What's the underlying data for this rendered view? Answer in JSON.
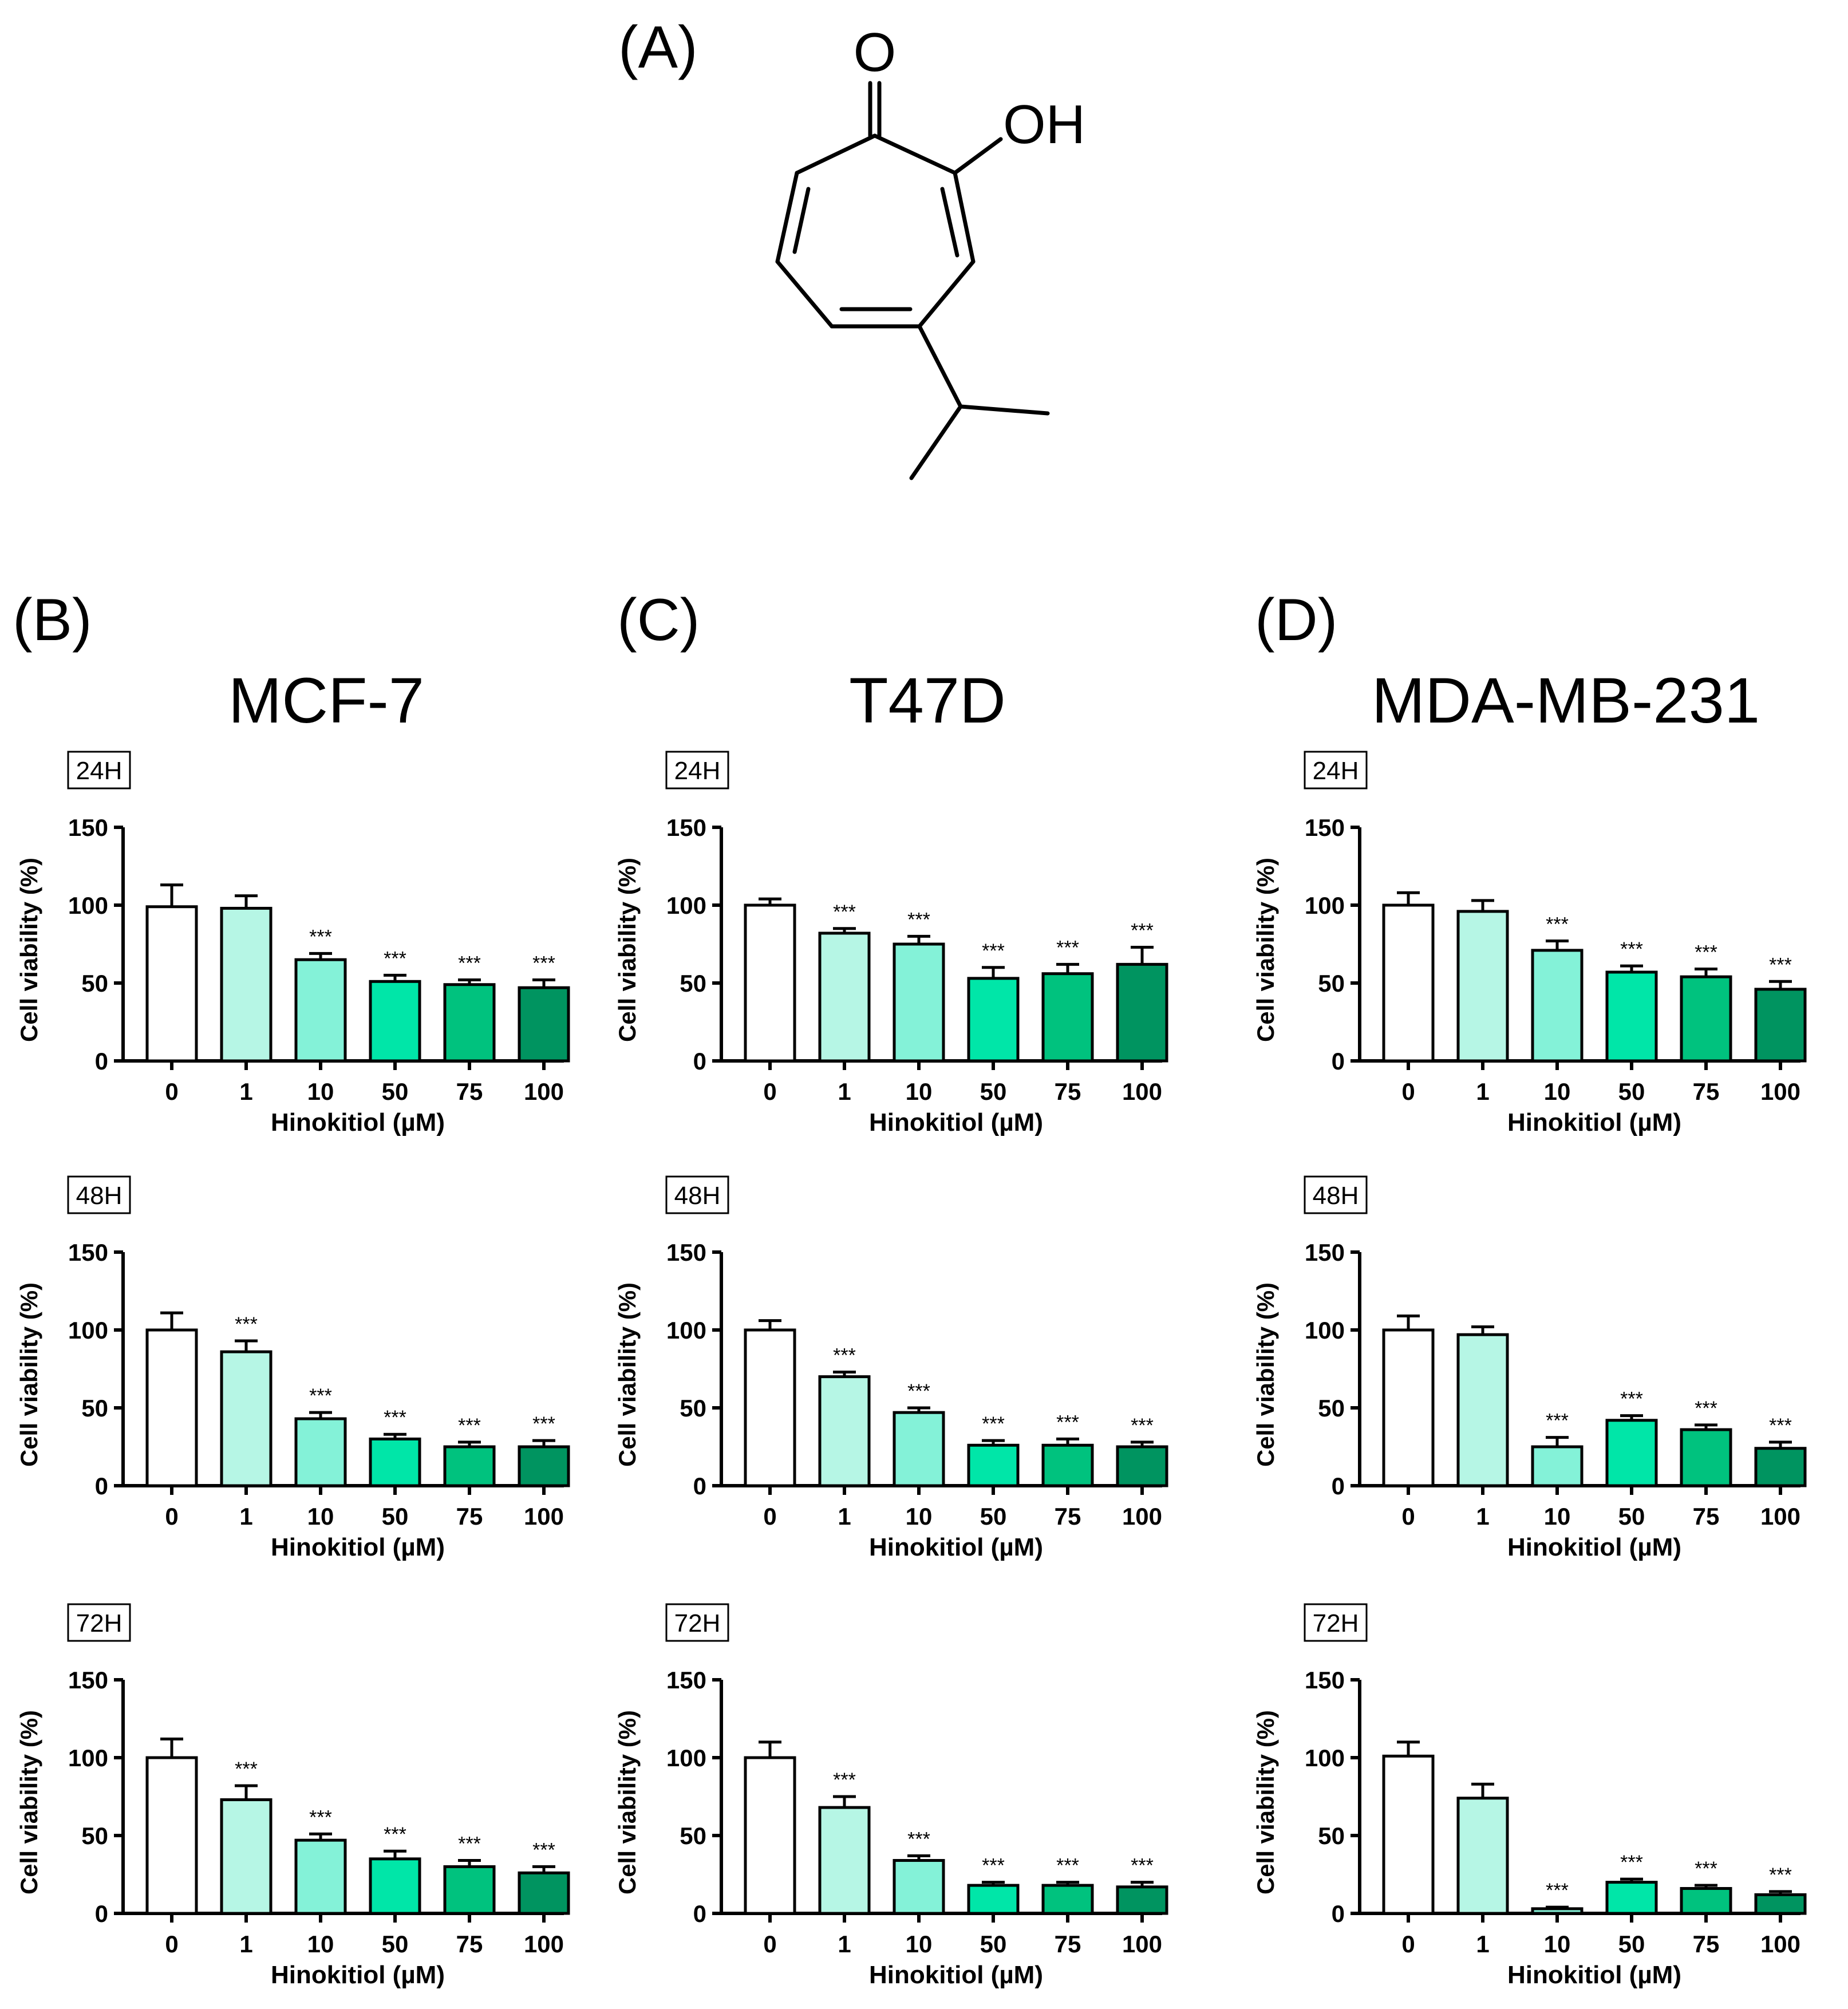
{
  "panel_labels": {
    "a": "(A)",
    "b": "(B)",
    "c": "(C)",
    "d": "(D)"
  },
  "structure_labels": {
    "carbonyl_o": "O",
    "hydroxyl": "OH"
  },
  "columns": [
    {
      "title": "MCF-7"
    },
    {
      "title": "T47D"
    },
    {
      "title": "MDA-MB-231"
    }
  ],
  "time_labels": [
    "24H",
    "48H",
    "72H"
  ],
  "significance_label": "***",
  "bar_colors": [
    "#ffffff",
    "#b6f6e5",
    "#84f2d8",
    "#00e6a8",
    "#00c27e",
    "#009460"
  ],
  "chart_data": [
    {
      "type": "bar",
      "cell_line": "MCF-7",
      "time": "24H",
      "xlabel": "Hinokitiol (µM)",
      "ylabel": "Cell viability (%)",
      "ylim": [
        0,
        150
      ],
      "yticks": [
        0,
        50,
        100,
        150
      ],
      "categories": [
        "0",
        "1",
        "10",
        "50",
        "75",
        "100"
      ],
      "values": [
        99,
        98,
        65,
        51,
        49,
        47
      ],
      "errors": [
        14,
        8,
        4,
        4,
        3,
        5
      ],
      "significance": [
        "",
        "",
        "***",
        "***",
        "***",
        "***"
      ]
    },
    {
      "type": "bar",
      "cell_line": "T47D",
      "time": "24H",
      "xlabel": "Hinokitiol (µM)",
      "ylabel": "Cell viability (%)",
      "ylim": [
        0,
        150
      ],
      "yticks": [
        0,
        50,
        100,
        150
      ],
      "categories": [
        "0",
        "1",
        "10",
        "50",
        "75",
        "100"
      ],
      "values": [
        100,
        82,
        75,
        53,
        56,
        62
      ],
      "errors": [
        4,
        3,
        5,
        7,
        6,
        11
      ],
      "significance": [
        "",
        "***",
        "***",
        "***",
        "***",
        "***"
      ]
    },
    {
      "type": "bar",
      "cell_line": "MDA-MB-231",
      "time": "24H",
      "xlabel": "Hinokitiol (µM)",
      "ylabel": "Cell viability (%)",
      "ylim": [
        0,
        150
      ],
      "yticks": [
        0,
        50,
        100,
        150
      ],
      "categories": [
        "0",
        "1",
        "10",
        "50",
        "75",
        "100"
      ],
      "values": [
        100,
        96,
        71,
        57,
        54,
        46
      ],
      "errors": [
        8,
        7,
        6,
        4,
        5,
        5
      ],
      "significance": [
        "",
        "",
        "***",
        "***",
        "***",
        "***"
      ]
    },
    {
      "type": "bar",
      "cell_line": "MCF-7",
      "time": "48H",
      "xlabel": "Hinokitiol (µM)",
      "ylabel": "Cell viability (%)",
      "ylim": [
        0,
        150
      ],
      "yticks": [
        0,
        50,
        100,
        150
      ],
      "categories": [
        "0",
        "1",
        "10",
        "50",
        "75",
        "100"
      ],
      "values": [
        100,
        86,
        43,
        30,
        25,
        25
      ],
      "errors": [
        11,
        7,
        4,
        3,
        3,
        4
      ],
      "significance": [
        "",
        "***",
        "***",
        "***",
        "***",
        "***"
      ]
    },
    {
      "type": "bar",
      "cell_line": "T47D",
      "time": "48H",
      "xlabel": "Hinokitiol (µM)",
      "ylabel": "Cell viability (%)",
      "ylim": [
        0,
        150
      ],
      "yticks": [
        0,
        50,
        100,
        150
      ],
      "categories": [
        "0",
        "1",
        "10",
        "50",
        "75",
        "100"
      ],
      "values": [
        100,
        70,
        47,
        26,
        26,
        25
      ],
      "errors": [
        6,
        3,
        3,
        3,
        4,
        3
      ],
      "significance": [
        "",
        "***",
        "***",
        "***",
        "***",
        "***"
      ]
    },
    {
      "type": "bar",
      "cell_line": "MDA-MB-231",
      "time": "48H",
      "xlabel": "Hinokitiol (µM)",
      "ylabel": "Cell viability (%)",
      "ylim": [
        0,
        150
      ],
      "yticks": [
        0,
        50,
        100,
        150
      ],
      "categories": [
        "0",
        "1",
        "10",
        "50",
        "75",
        "100"
      ],
      "values": [
        100,
        97,
        25,
        42,
        36,
        24
      ],
      "errors": [
        9,
        5,
        6,
        3,
        3,
        4
      ],
      "significance": [
        "",
        "",
        "***",
        "***",
        "***",
        "***"
      ]
    },
    {
      "type": "bar",
      "cell_line": "MCF-7",
      "time": "72H",
      "xlabel": "Hinokitiol (µM)",
      "ylabel": "Cell viability (%)",
      "ylim": [
        0,
        150
      ],
      "yticks": [
        0,
        50,
        100,
        150
      ],
      "categories": [
        "0",
        "1",
        "10",
        "50",
        "75",
        "100"
      ],
      "values": [
        100,
        73,
        47,
        35,
        30,
        26
      ],
      "errors": [
        12,
        9,
        4,
        5,
        4,
        4
      ],
      "significance": [
        "",
        "***",
        "***",
        "***",
        "***",
        "***"
      ]
    },
    {
      "type": "bar",
      "cell_line": "T47D",
      "time": "72H",
      "xlabel": "Hinokitiol (µM)",
      "ylabel": "Cell viability (%)",
      "ylim": [
        0,
        150
      ],
      "yticks": [
        0,
        50,
        100,
        150
      ],
      "categories": [
        "0",
        "1",
        "10",
        "50",
        "75",
        "100"
      ],
      "values": [
        100,
        68,
        34,
        18,
        18,
        17
      ],
      "errors": [
        10,
        7,
        3,
        2,
        2,
        3
      ],
      "significance": [
        "",
        "***",
        "***",
        "***",
        "***",
        "***"
      ]
    },
    {
      "type": "bar",
      "cell_line": "MDA-MB-231",
      "time": "72H",
      "xlabel": "Hinokitiol (µM)",
      "ylabel": "Cell viability (%)",
      "ylim": [
        0,
        150
      ],
      "yticks": [
        0,
        50,
        100,
        150
      ],
      "categories": [
        "0",
        "1",
        "10",
        "50",
        "75",
        "100"
      ],
      "values": [
        101,
        74,
        3,
        20,
        16,
        12
      ],
      "errors": [
        9,
        9,
        1,
        2,
        2,
        2
      ],
      "significance": [
        "",
        "",
        "***",
        "***",
        "***",
        "***"
      ]
    }
  ]
}
